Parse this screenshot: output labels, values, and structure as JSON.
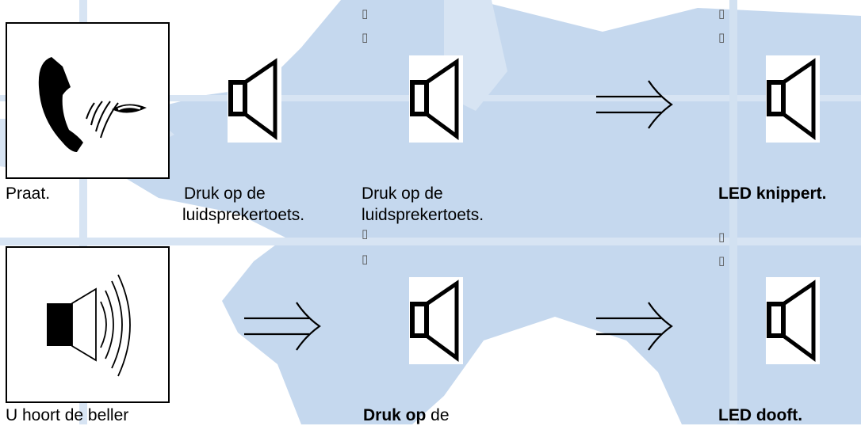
{
  "steps": {
    "row1": {
      "col1": "Praat.",
      "col2_line1": "Druk op de",
      "col2_line2": "luidsprekertoets.",
      "col3_line1": "Druk op de",
      "col3_line2": "luidsprekertoets.",
      "col5": "LED knippert."
    },
    "row2": {
      "col1": "U hoort de beller",
      "col3_bold": "Druk op",
      "col3_rest": " de",
      "col5": "LED dooft."
    }
  },
  "placeholder_glyph": "▯",
  "icons": {
    "handset": "telephone-handset-icon",
    "speaker": "loudspeaker-key-icon",
    "arrow": "double-right-arrow-icon",
    "sound": "loudspeaker-sound-icon"
  },
  "colors": {
    "background_map": "#c5d8ee",
    "ink": "#000000"
  }
}
